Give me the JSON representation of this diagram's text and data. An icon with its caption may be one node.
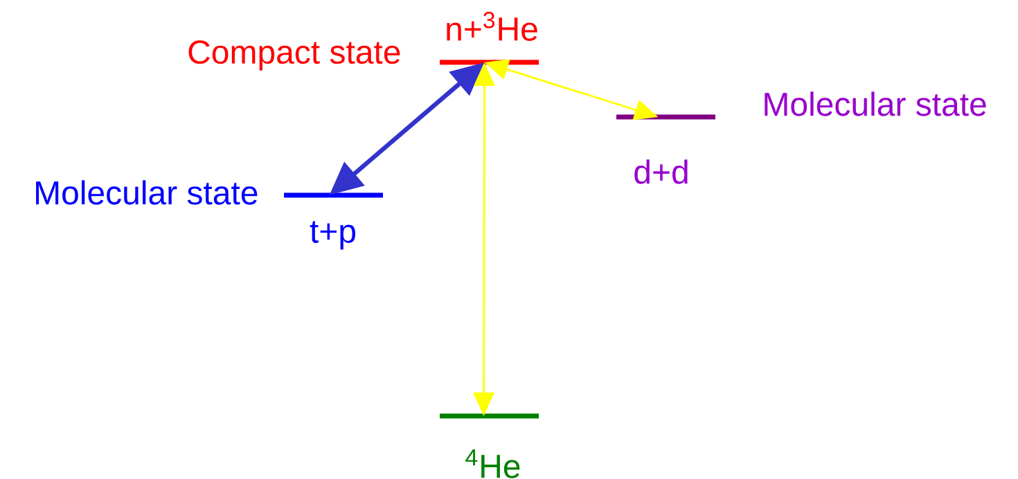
{
  "diagram": {
    "nodes": [
      {
        "text": [
          "n+$^{3}$He"
        ],
        "beside": [
          "Compact state"
        ]
      },
      {
        "text": [
          "t+p"
        ],
        "beside": [
          "Molecular state"
        ]
      },
      {
        "text": [
          "d+d"
        ],
        "beside": [
          "Molecular state"
        ]
      },
      {
        "text": [
          "$^{4}$He"
        ]
      }
    ],
    "edges": [
      {
        "from": 0,
        "to": 1,
        "arrow": "both",
        "style": "thick",
        "color": "#3333cc"
      },
      {
        "from": 0,
        "to": 2,
        "arrow": "both",
        "color": "#ffff00"
      },
      {
        "from": 0,
        "to": 3,
        "arrow": "both",
        "color": "#ffff00"
      }
    ]
  }
}
